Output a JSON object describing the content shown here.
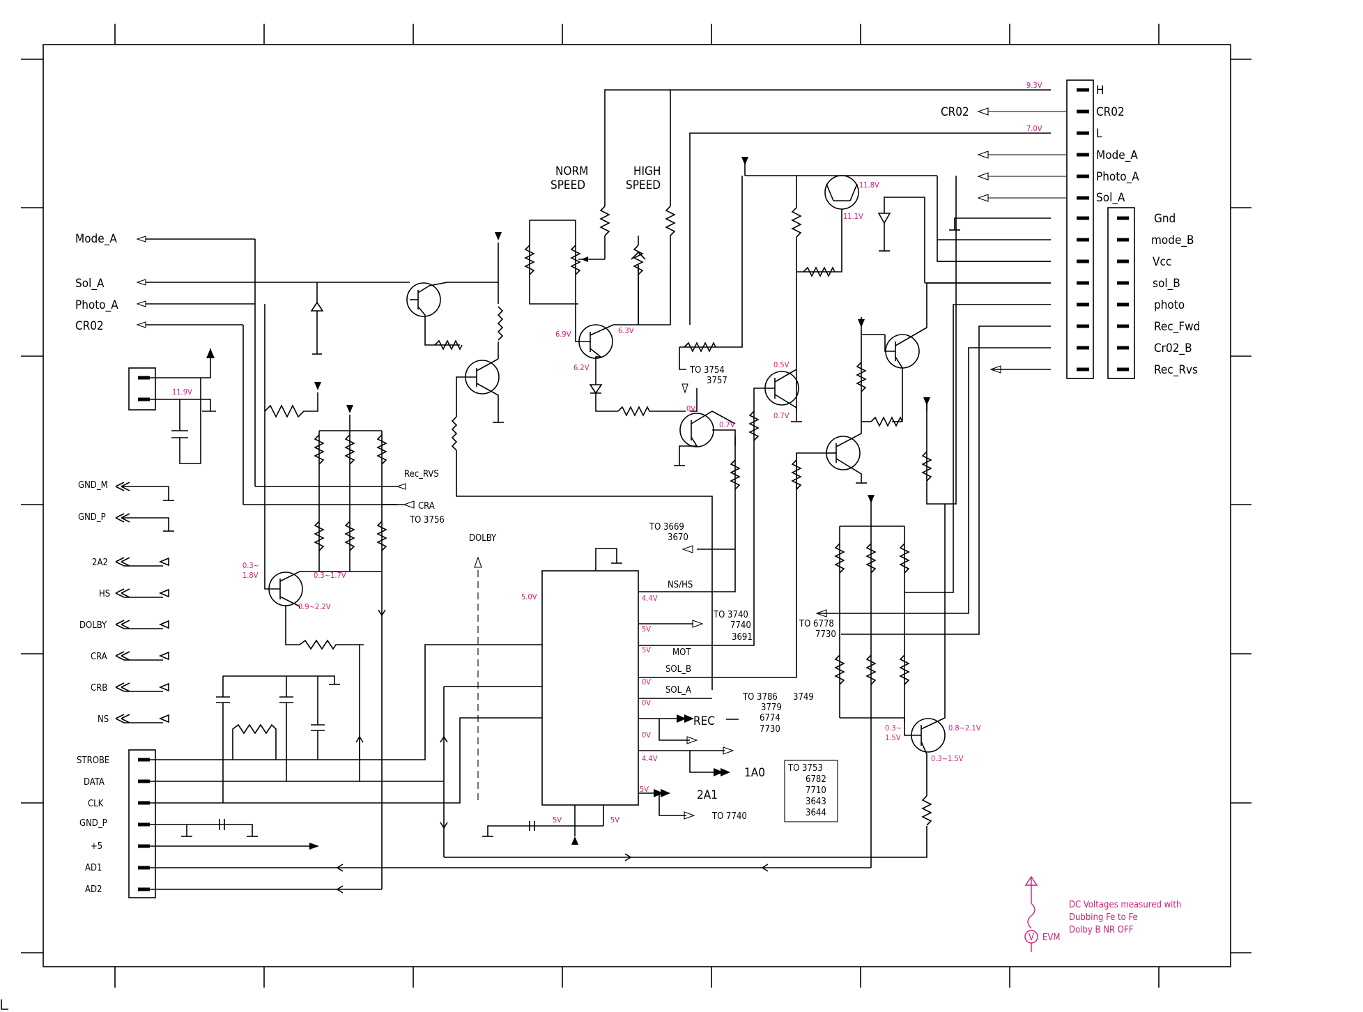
{
  "connector_right_inner": [
    {
      "pin": "H",
      "voltage": "9.3V"
    },
    {
      "pin": "CR02",
      "source": "CR02"
    },
    {
      "pin": "L",
      "voltage": "7.0V"
    },
    {
      "pin": "Mode_A"
    },
    {
      "pin": "Photo_A"
    },
    {
      "pin": "Sol_A"
    }
  ],
  "connector_right_outer": [
    "Gnd",
    "mode_B",
    "Vcc",
    "sol_B",
    "photo",
    "Rec_Fwd",
    "Cr02_B",
    "Rec_Rvs"
  ],
  "left_inputs": [
    "Mode_A",
    "Sol_A",
    "Photo_A",
    "CR02"
  ],
  "left_gnd": [
    "GND_M",
    "GND_P"
  ],
  "left_outputs": [
    "2A2",
    "HS",
    "DOLBY",
    "CRA",
    "CRB",
    "NS"
  ],
  "bottom_connector": [
    "STROBE",
    "DATA",
    "CLK",
    "GND_P",
    "+5",
    "AD1",
    "AD2"
  ],
  "switches": {
    "norm": [
      "NORM",
      "SPEED"
    ],
    "high": [
      "HIGH",
      "SPEED"
    ]
  },
  "labels": {
    "rec_rvs": "Rec_RVS",
    "cra": "CRA",
    "to_3756": "TO 3756",
    "dolby": "DOLBY",
    "to_3669": "TO 3669",
    "n3670": "3670",
    "ns_hs": "NS/HS",
    "to_3740": "TO 3740",
    "n7740": "7740",
    "n3691": "3691",
    "mot": "MOT",
    "sol_b": "SOL_B",
    "sol_a": "SOL_A",
    "to_3754": "TO 3754",
    "n3757": "3757",
    "to_6778": "TO 6778",
    "n7730a": "7730",
    "to_3786": "TO 3786",
    "n3749": "3749",
    "n3779": "3779",
    "n6774": "6774",
    "n7730b": "7730",
    "rec": "REC",
    "n1a0": "1A0",
    "n2a1": "2A1",
    "to_7740": "TO 7740",
    "box": [
      "TO 3753",
      "6782",
      "7710",
      "3643",
      "3644"
    ]
  },
  "voltages": {
    "v119": "11.9V",
    "v118": "11.8V",
    "v111": "11.1V",
    "v69": "6.9V",
    "v63": "6.3V",
    "v62": "6.2V",
    "v05": "0.5V",
    "v07a": "0.7V",
    "v0": "0V",
    "v07b": "0.7V",
    "v03_18": [
      "0.3~",
      "1.8V"
    ],
    "v03_17": "0.3~1.7V",
    "v09_22": "0.9~2.2V",
    "ic_50": "5.0V",
    "ic_44a": "4.4V",
    "ic_5a": "5V",
    "ic_5b": "5V",
    "ic_0a": "0V",
    "ic_0b": "0V",
    "ic_0c": "0V",
    "ic_44b": "4.4V",
    "ic_5c": "5V",
    "g5a": "5V",
    "g5b": "5V",
    "v03_15": [
      "0.3~",
      "1.5V"
    ],
    "v08_21": "0.8~2.1V",
    "v03_15b": "0.3~1.5V"
  },
  "legend": {
    "lines": [
      "DC Voltages measured with",
      "Dubbing Fe to Fe",
      "Dolby B NR OFF"
    ],
    "meter": "V",
    "evm": "EVM"
  },
  "colors": {
    "line": "#000000",
    "annotation": "#cc1f7a"
  }
}
